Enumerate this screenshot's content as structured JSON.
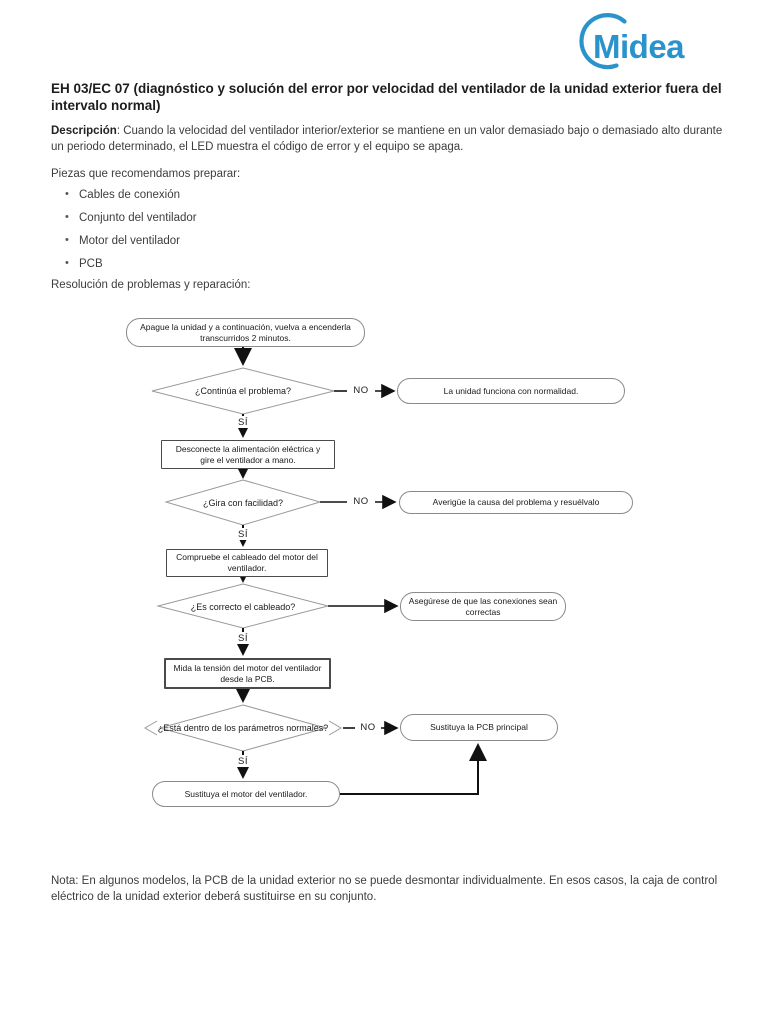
{
  "logo": {
    "brand": "Midea",
    "color": "#2b93cc"
  },
  "header": {
    "title": "EH 03/EC 07 (diagnóstico y solución del error por velocidad del ventilador de la unidad exterior fuera del intervalo normal)"
  },
  "description": {
    "label": "Descripción",
    "text": ": Cuando la velocidad del ventilador interior/exterior se mantiene en un valor demasiado bajo o demasiado alto durante un periodo determinado, el LED muestra el código de error y el equipo se apaga."
  },
  "parts": {
    "intro": "Piezas que recomendamos preparar:",
    "items": [
      "Cables de conexión",
      "Conjunto del ventilador",
      "Motor del ventilador",
      "PCB"
    ]
  },
  "flowchart": {
    "intro": "Resolución de problemas y reparación:",
    "edge_labels": {
      "yes": "SÍ",
      "no": "NO"
    },
    "nodes": {
      "start": "Apague la unidad y a continuación, vuelva a encenderla transcurridos 2 minutos.",
      "q1": "¿Continúa el problema?",
      "a1": "La unidad funciona con normalidad.",
      "step1": "Desconecte la alimentación eléctrica y gire el ventilador a mano.",
      "q2": "¿Gira con facilidad?",
      "a2": "Averigüe la causa del problema y resuélvalo",
      "step2": "Compruebe el cableado del motor del ventilador.",
      "q3": "¿Es correcto el cableado?",
      "a3": "Asegúrese de que las conexiones sean correctas",
      "step3": "Mida la tensión del motor del ventilador desde la PCB.",
      "q4": "¿Está dentro de los parámetros normales?",
      "a4": "Sustituya la PCB principal",
      "end": "Sustituya el motor del ventilador."
    }
  },
  "note": {
    "text": "Nota: En algunos modelos, la PCB de la unidad exterior no se puede desmontar individualmente. En esos casos, la caja de control eléctrico de la unidad exterior deberá sustituirse en su conjunto."
  }
}
